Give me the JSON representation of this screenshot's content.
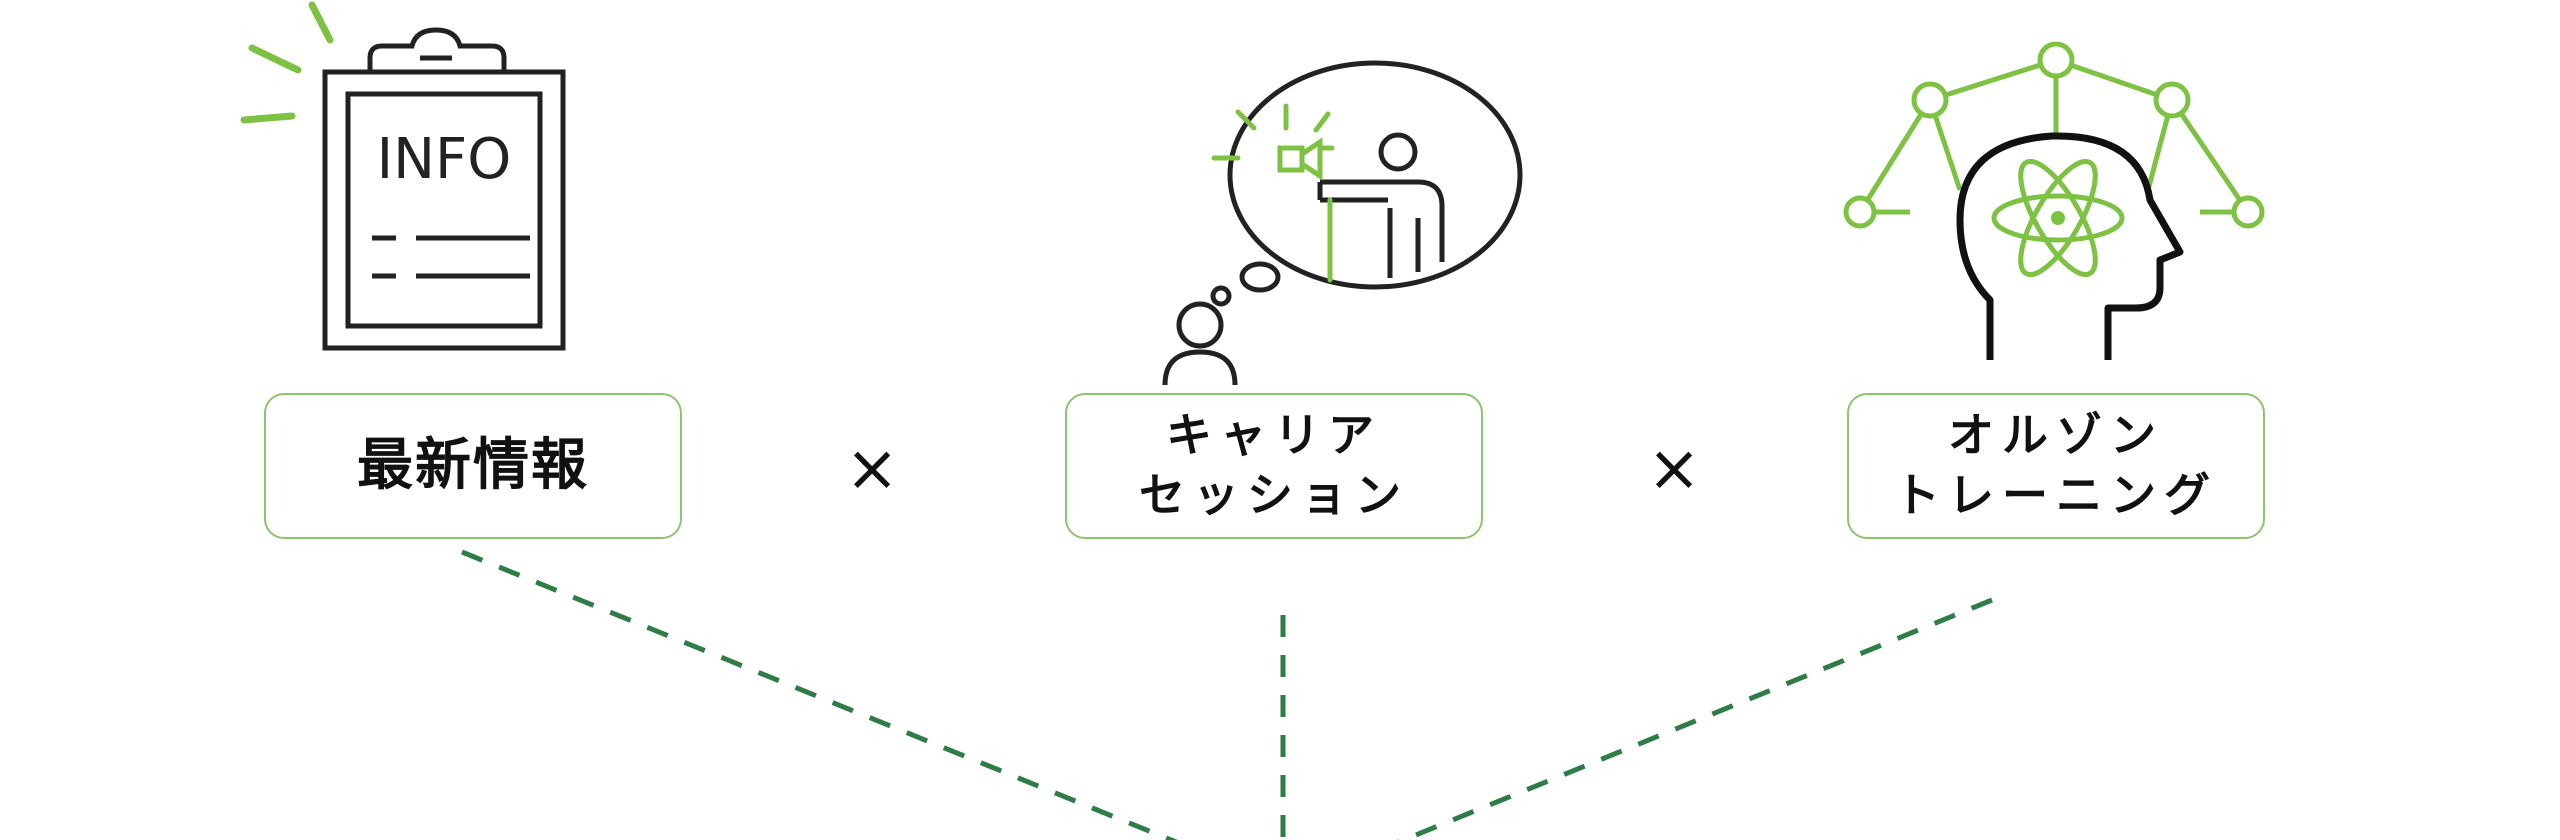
{
  "colors": {
    "accent_green": "#7dc242",
    "box_border": "#8cc56b",
    "dashed_line": "#2f7d46",
    "ink": "#111111"
  },
  "icons": {
    "left": "clipboard-info-icon",
    "center": "thought-bubble-presentation-icon",
    "right": "head-atom-network-icon"
  },
  "clipboard_text": "INFO",
  "items": [
    {
      "lines": [
        "最新情報"
      ]
    },
    {
      "lines": [
        "キャリア",
        "セッション"
      ]
    },
    {
      "lines": [
        "オルゾン",
        "トレーニング"
      ]
    }
  ],
  "operator": "×"
}
